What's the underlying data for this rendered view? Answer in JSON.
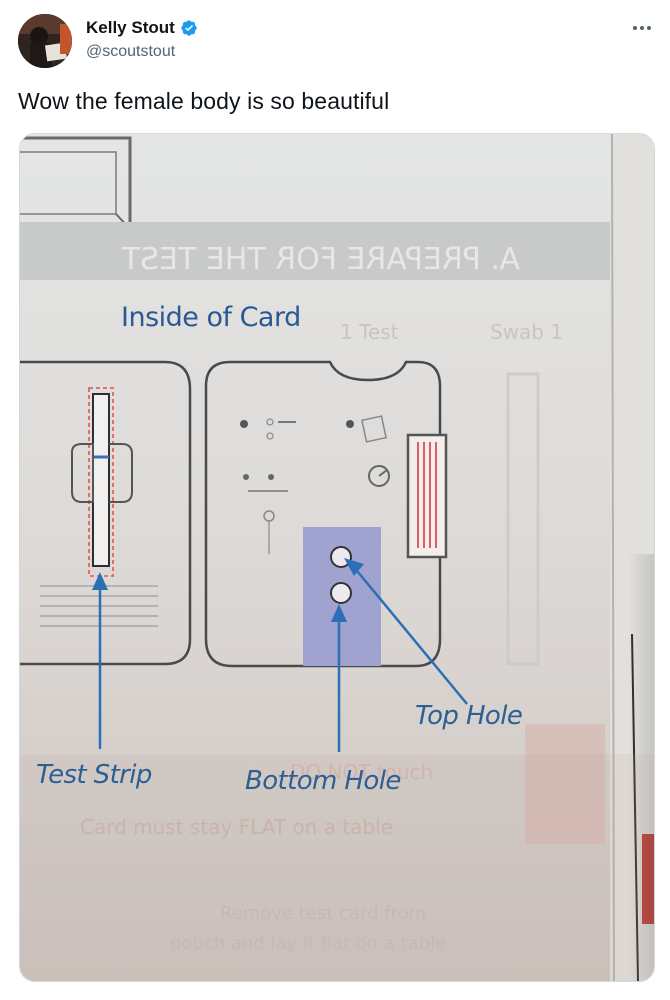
{
  "tweet": {
    "author": {
      "display_name": "Kelly Stout",
      "handle": "@scoutstout",
      "verified": true,
      "verified_color": "#1d9bf0"
    },
    "more_icon": "ellipsis-icon",
    "text": "Wow the female body is so beautiful"
  },
  "photo": {
    "labels": {
      "title": "Inside of Card",
      "test_strip": "Test Strip",
      "bottom_hole": "Bottom Hole",
      "top_hole": "Top Hole"
    }
  }
}
